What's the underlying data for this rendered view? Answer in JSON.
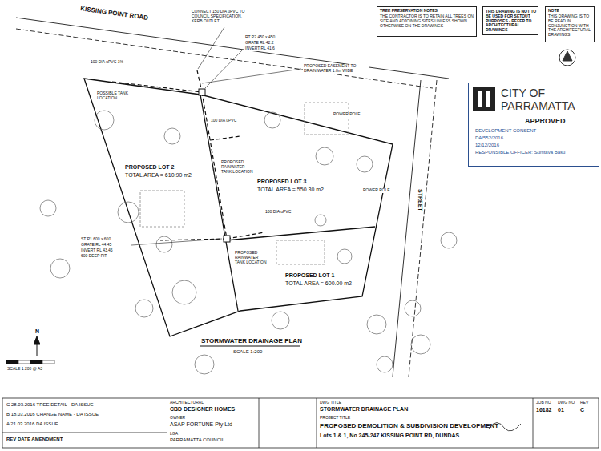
{
  "diagram": {
    "title": "STORMWATER DRAINAGE PLAN",
    "nodes": [
      {
        "text": [
          "TREE PRESERVATION NOTES",
          "THE CONTRACTOR IS TO RETAIN ALL TREES ON SITE AND ADJOINING SITES UNLESS SHOWN OTHERWISE ON THE DRAWINGS"
        ]
      },
      {
        "text": [
          "THIS DRAWING IS NOT TO BE USED FOR SETOUT PURPOSES - REFER TO ARCHITECTURAL DRAWINGS"
        ]
      },
      {
        "text": [
          "NOTE",
          "THIS DRAWING IS TO BE READ IN CONJUNCTION WITH THE ARCHITECTURAL DRAWINGS"
        ]
      },
      {
        "text": [
          "CITY OF PARRAMATTA",
          "APPROVED",
          "DEVELOPMENT CONSENT",
          "DA/552/2016",
          "12/12/2016",
          "RESPONSIBLE OFFICER: Sunitava Basu"
        ]
      },
      {
        "text": [
          "C 28.03.2016 TREE DETAIL - DA ISSUE",
          "B 18.03.2016 CHANGE NAME - DA ISSUE",
          "A 21.03.2016 DA ISSUE",
          "REV DATE AMENDMENT"
        ]
      },
      {
        "text": [
          "ARCHITECTURAL",
          "CBD DESIGNER HOMES",
          "OWNER",
          "ASAP FORTUNE Pty Ltd",
          "LGA",
          "PARRAMATTA COUNCIL"
        ]
      },
      {
        "text": [
          "DWG TITLE",
          "STORMWATER DRAINAGE PLAN",
          "PROJECT TITLE",
          "PROPOSED DEMOLITION & SUBDIVISION DEVELOPMENT",
          "Lots 1 & 1, No 245-247 KISSING POINT RD, DUNDAS"
        ]
      },
      {
        "text": [
          "JOB NO",
          "16182",
          "DWG NO",
          "01",
          "REV",
          "C"
        ]
      }
    ],
    "labels": [
      "KISSING POINT ROAD",
      "PROPOSED LOT 2",
      "TOTAL AREA = 610.90 m2",
      "PROPOSED LOT 3",
      "TOTAL AREA = 550.30 m2",
      "PROPOSED LOT 1",
      "TOTAL AREA = 600.00 m2",
      "PROPOSED EASEMENT TO DRAIN WATER 1.0m WIDE",
      "RT P2 450 x 450",
      "GRATE RL 42.2",
      "INVERT RL 41.6",
      "ST P1 600 x 600",
      "GRATE RL 44.45",
      "INVERT RL 43.45",
      "600 DEEP PIT",
      "CONNECT 150 DIA uPVC TO COUNCIL SPECIFICATION, KERB OUTLET",
      "100 DIA uPVC",
      "100 DIA uPVC",
      "100 DIA uPVC 1%",
      "STREET",
      "SCALE 1:200",
      "SCALE 1:200 @ A3",
      "N",
      "PROPOSED RAINWATER TANK LOCATION",
      "PROPOSED RAINWATER TANK LOCATION",
      "POSSIBLE TANK LOCATION",
      "POWER POLE",
      "POWER POLE"
    ]
  }
}
